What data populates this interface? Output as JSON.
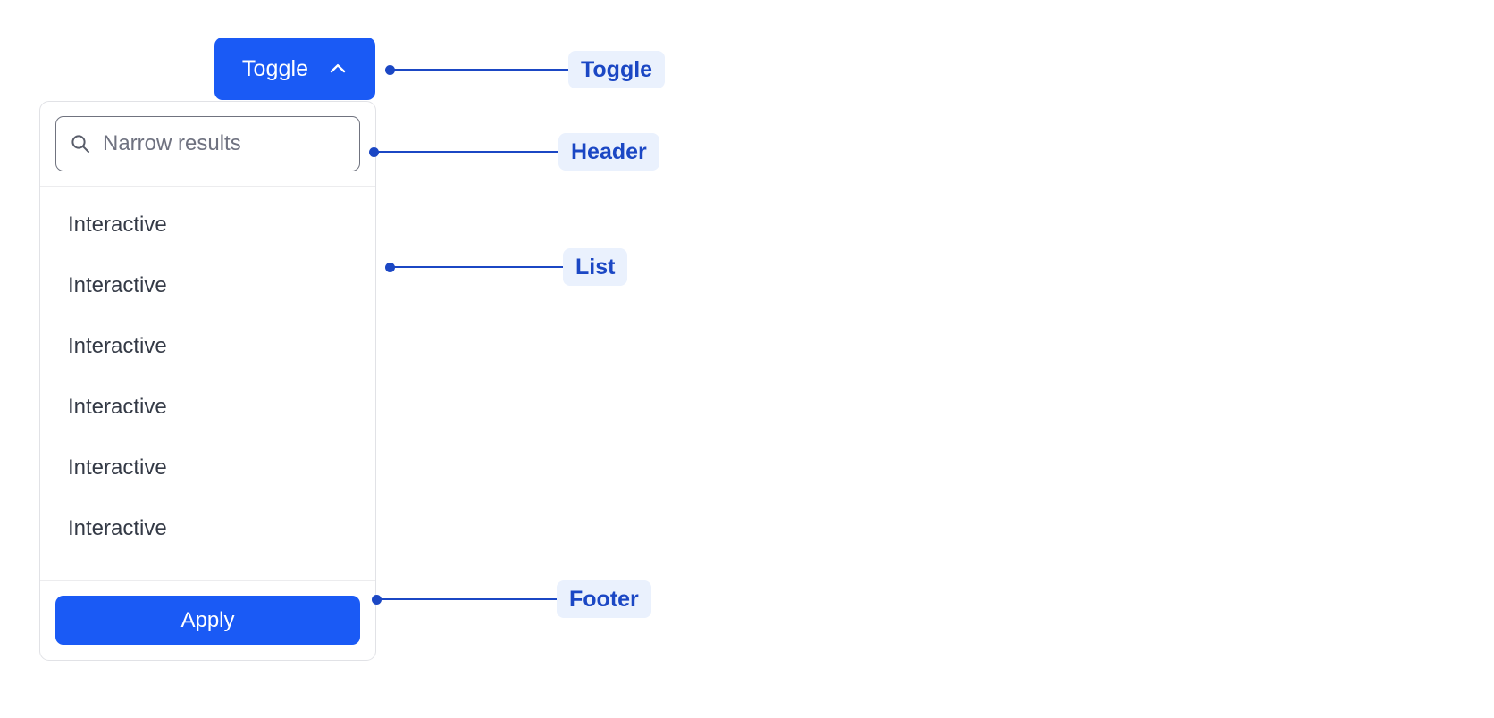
{
  "toggle": {
    "label": "Toggle",
    "icon": "chevron-up-icon",
    "background": "#1a5af5",
    "text_color": "#ffffff"
  },
  "panel": {
    "header": {
      "search": {
        "icon": "search-icon",
        "placeholder": "Narrow results",
        "value": ""
      }
    },
    "list": {
      "items": [
        {
          "label": "Interactive"
        },
        {
          "label": "Interactive"
        },
        {
          "label": "Interactive"
        },
        {
          "label": "Interactive"
        },
        {
          "label": "Interactive"
        },
        {
          "label": "Interactive"
        }
      ]
    },
    "footer": {
      "apply_label": "Apply",
      "apply_background": "#1a5af5"
    }
  },
  "annotations": {
    "accent_color": "#1b47c4",
    "badge_background": "#eaf1fd",
    "items": [
      {
        "label": "Toggle"
      },
      {
        "label": "Header"
      },
      {
        "label": "List"
      },
      {
        "label": "Footer"
      }
    ]
  }
}
